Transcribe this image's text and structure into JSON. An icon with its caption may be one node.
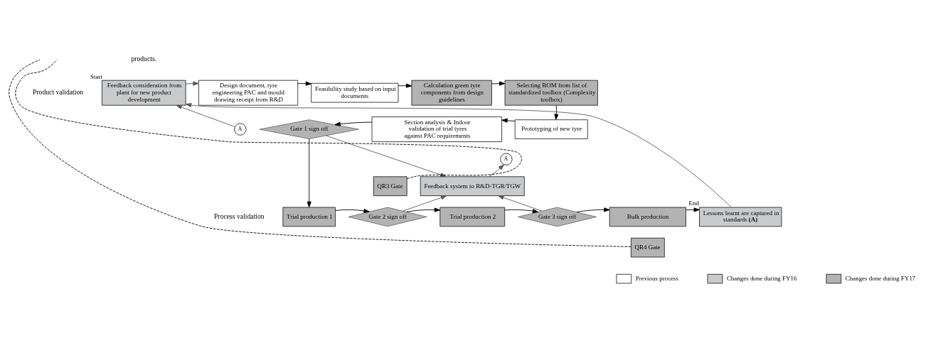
{
  "diagram": {
    "nodes": [
      {
        "text": [
          "Feedback consideration from plant for new product development"
        ],
        "beside": [
          "Start"
        ]
      },
      {
        "text": [
          "Design document, tyre engineering PAC and mould drawing receipt from R&D"
        ]
      },
      {
        "text": [
          "Feasibility study based on input documents"
        ]
      },
      {
        "text": [
          "Calculation green tyre components from design guidelines"
        ]
      },
      {
        "text": [
          "Selecting BOM from list of standardized toolbox (Complexity toolbox)"
        ]
      },
      {
        "text": [
          "Prototyping of new tyre"
        ]
      },
      {
        "text": [
          "Section analysis & Indoor validation of trial tyres against PAC requirements"
        ]
      },
      {
        "text": [
          "Gate 1 sign off"
        ]
      },
      {
        "text": [
          "A"
        ]
      },
      {
        "text": [
          "A"
        ]
      },
      {
        "text": [
          "Feedback system to R&D-TGR/TGW"
        ]
      },
      {
        "text": [
          "QR3 Gate"
        ]
      },
      {
        "text": [
          "Trial production 1"
        ]
      },
      {
        "text": [
          "Gate 2 sign off"
        ]
      },
      {
        "text": [
          "Trial production 2"
        ]
      },
      {
        "text": [
          "Gate 3 sign off"
        ]
      },
      {
        "text": [
          "Bulk production"
        ]
      },
      {
        "text": [
          "QR4 Gate"
        ]
      },
      {
        "text": [
          "Lessons learnt are captured in standards **(A)**"
        ],
        "beside": [
          "End"
        ]
      }
    ],
    "edges": [
      {
        "from": 18,
        "to": 0,
        "arrow": "to",
        "color": "#595959"
      },
      {
        "from": 8,
        "to": 0,
        "arrow": "to",
        "color": "#595959"
      },
      {
        "from": 0,
        "to": 1,
        "arrow": "to",
        "color": "#595959"
      },
      {
        "from": 1,
        "to": 2,
        "arrow": "to"
      },
      {
        "from": 2,
        "to": 3,
        "arrow": "to"
      },
      {
        "from": 3,
        "to": 4,
        "arrow": "to"
      },
      {
        "from": 4,
        "to": 5,
        "arrow": "to"
      },
      {
        "from": 5,
        "to": 6,
        "arrow": "to"
      },
      {
        "from": 6,
        "to": 7,
        "arrow": "to"
      },
      {
        "from": 7,
        "to": 12,
        "arrow": "to"
      },
      {
        "from": 7,
        "to": 10,
        "arrow": "to",
        "color": "#595959"
      },
      {
        "from": 10,
        "to": 9,
        "arrow": "to",
        "color": "#595959"
      },
      {
        "from": 13,
        "to": 10,
        "arrow": "to",
        "color": "#595959"
      },
      {
        "from": 15,
        "to": 10,
        "arrow": "to",
        "color": "#595959"
      },
      {
        "from": 11,
        "to": null,
        "arrow": "none",
        "style": "dashed"
      },
      {
        "from": 12,
        "to": 13,
        "arrow": "to"
      },
      {
        "from": 13,
        "to": 14,
        "arrow": "to"
      },
      {
        "from": 14,
        "to": 15,
        "arrow": "to"
      },
      {
        "from": 15,
        "to": 16,
        "arrow": "to"
      },
      {
        "from": 16,
        "to": 18,
        "arrow": "to"
      },
      {
        "from": 17,
        "to": null,
        "arrow": "none",
        "style": "dashed"
      }
    ],
    "labels": [
      "products.",
      "Product validation",
      "Process validation"
    ],
    "legend": [
      {
        "text": "Previous process",
        "color": "#ffffff"
      },
      {
        "text": "Changes done during FY16",
        "color": "#c9cacc"
      },
      {
        "text": "Changes done during FY17",
        "color": "#b3b3b3"
      }
    ]
  }
}
